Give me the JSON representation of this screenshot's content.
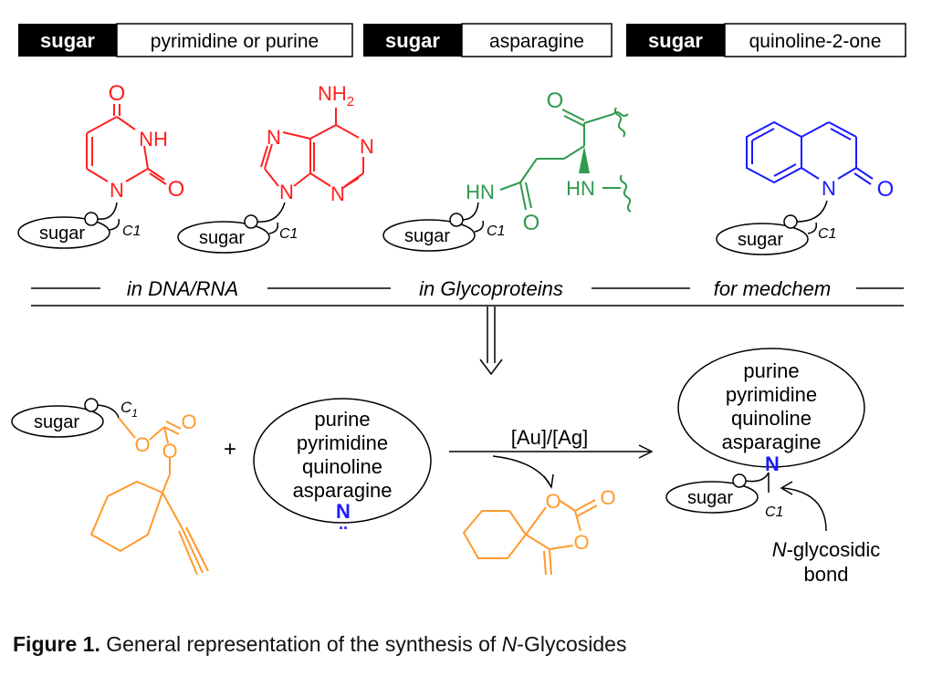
{
  "header_boxes": [
    {
      "tag": "sugar",
      "label": "pyrimidine or purine"
    },
    {
      "tag": "sugar",
      "label": "asparagine"
    },
    {
      "tag": "sugar",
      "label": "quinoline-2-one"
    }
  ],
  "structures": {
    "uracil": {
      "o_top": "O",
      "nh": "NH",
      "o_right": "O",
      "n1": "N"
    },
    "adenine": {
      "nh2_n": "NH",
      "nh2_sub": "2",
      "n7": "N",
      "n9": "N",
      "n1": "N",
      "n3": "N"
    },
    "asparagine": {
      "o_top": "O",
      "hn_left": "HN",
      "o_bottom": "O",
      "hn_right": "HN"
    },
    "quinolinone": {
      "n": "N",
      "o": "O"
    },
    "sugar_label": "sugar",
    "c1_label": "C1"
  },
  "sections": {
    "dna": "in DNA/RNA",
    "glyco": "in Glycoproteins",
    "medchem": "for medchem"
  },
  "reaction": {
    "sugar_label": "sugar",
    "c1_main": "C",
    "c1_sub": "1",
    "plus": "+",
    "nuc_lines": [
      "purine",
      "pyrimidine",
      "quinoline",
      "asparagine"
    ],
    "nuc_n": "N",
    "lone_pair": "..",
    "reagent": "[Au]/[Ag]",
    "carbonate_o1": "O",
    "carbonate_o2": "O",
    "carbonate_o3": "O",
    "byproduct_o1": "O",
    "byproduct_o2": "O",
    "byproduct_o3": "O",
    "product_lines": [
      "purine",
      "pyrimidine",
      "quinoline",
      "asparagine"
    ],
    "product_n": "N",
    "product_sugar": "sugar",
    "product_c1": "C1",
    "bond_label_italic": "N",
    "bond_label_rest": "-glycosidic",
    "bond_label_line2": "bond"
  },
  "caption": {
    "bold": "Figure 1.",
    "text1": " General representation of the synthesis of ",
    "italic": "N",
    "text2": "-Glycosides"
  },
  "colors": {
    "red": "#ff2020",
    "green": "#2f9a4e",
    "blue": "#1a1aff",
    "orange": "#ff9a2e",
    "black": "#000000"
  }
}
